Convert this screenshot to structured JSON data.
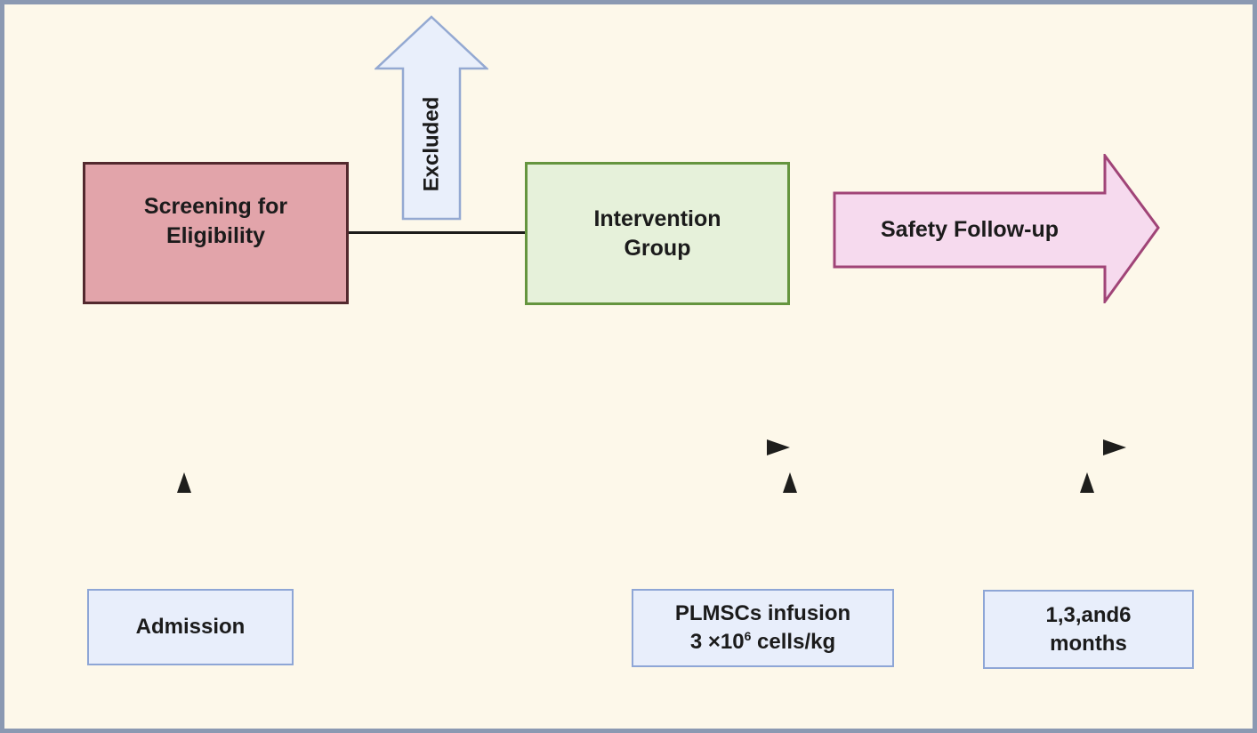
{
  "colors": {
    "background": "#fdf8ea",
    "frame_border": "#8b99b2",
    "screening_fill": "#e2a4aa",
    "screening_border": "#53292e",
    "excluded_fill": "#e9effb",
    "excluded_border": "#94a9d2",
    "intervention_fill": "#e6f1da",
    "intervention_border": "#65953f",
    "safety_fill": "#f6daee",
    "safety_border": "#a04477",
    "info_box_fill": "#e8eefb",
    "info_box_border": "#8ea6d6",
    "line_color": "#1e1e1c",
    "text_color": "#1b1b1b"
  },
  "flow": {
    "screening": {
      "line1": "Screening for",
      "line2": "Eligibility"
    },
    "excluded_label": "Excluded",
    "intervention": {
      "line1": "Intervention",
      "line2": "Group"
    },
    "safety_label": "Safety Follow-up"
  },
  "timeline": {
    "admission_label": "Admission",
    "infusion": {
      "line1": "PLMSCs infusion",
      "dose_prefix": "3 ×10",
      "dose_exponent": "6",
      "dose_suffix": " cells/kg"
    },
    "followup": {
      "line1": "1,3,and6",
      "line2": "months"
    }
  }
}
